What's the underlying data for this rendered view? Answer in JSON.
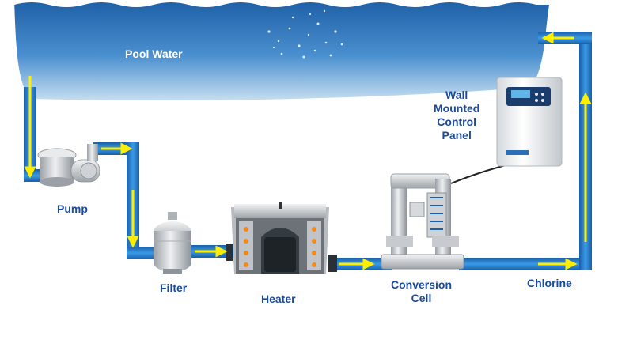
{
  "labels": {
    "pool_water": "Pool Water",
    "pump": "Pump",
    "filter": "Filter",
    "heater": "Heater",
    "conversion_cell": [
      "Conversion",
      "Cell"
    ],
    "chlorine": "Chlorine",
    "control_panel": [
      "Wall",
      "Mounted",
      "Control",
      "Panel"
    ]
  },
  "colors": {
    "pipe": "#2a7fd4",
    "pipe_dark": "#1a5fa8",
    "arrow": "#ffee00",
    "label": "#1a4a9c",
    "water_top": "#1e5fa6",
    "water_bottom": "#bcd8ee"
  },
  "icons": {
    "pump": "pump-icon",
    "filter": "filter-icon",
    "heater": "heater-icon",
    "conversion_cell": "conversion-cell-icon",
    "control_panel": "control-panel-icon",
    "flow_arrow": "flow-arrow-icon"
  }
}
